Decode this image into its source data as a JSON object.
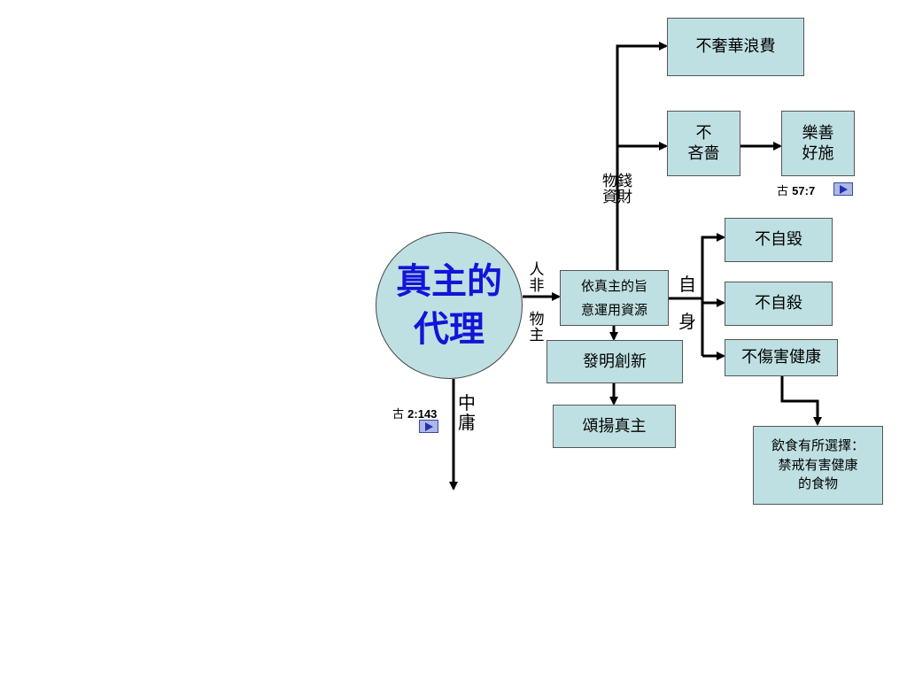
{
  "diagram": {
    "center": {
      "line1": "真主的",
      "line2": "代理"
    },
    "boxes": {
      "not_extravagant": "不奢華浪費",
      "not_stingy_1": "不",
      "not_stingy_2": "吝嗇",
      "charity_1": "樂善",
      "charity_2": "好施",
      "use_resources_1": "依真主的旨",
      "use_resources_2": "意運用資源",
      "innovate": "發明創新",
      "praise": "頌揚真主",
      "no_self_destroy": "不自毀",
      "no_suicide": "不自殺",
      "no_harm_health": "不傷害健康",
      "diet_1": "飲食有所選擇：",
      "diet_2": "禁戒有害健康",
      "diet_3": "的食物"
    },
    "labels": {
      "wealth_1": "錢",
      "wealth_2": "財",
      "wealth_3": "物",
      "wealth_4": "資",
      "not_owner_1": "人",
      "not_owner_2": "非",
      "not_owner_3": "物",
      "not_owner_4": "主",
      "self_1": "自",
      "self_2": "身",
      "moderate_1": "中",
      "moderate_2": "庸"
    },
    "refs": {
      "ref1_prefix": "古",
      "ref1_verse": "57:7",
      "ref2_prefix": "古",
      "ref2_verse": "2:143"
    }
  }
}
